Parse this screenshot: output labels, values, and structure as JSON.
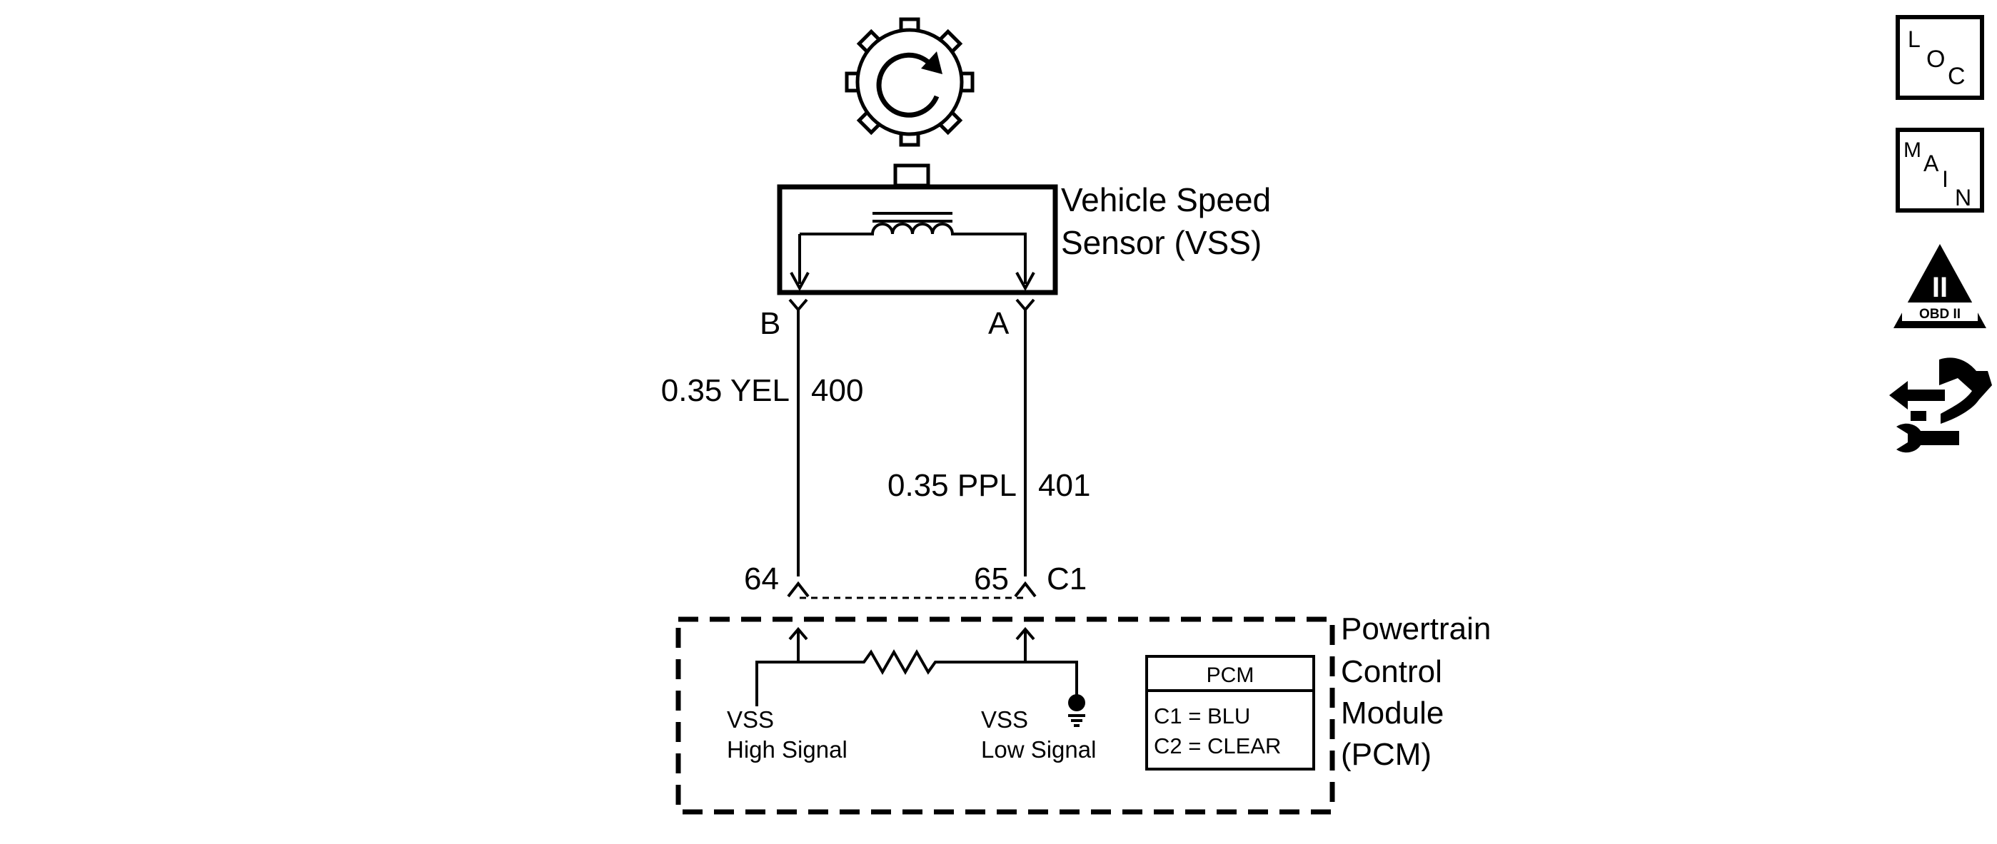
{
  "sensor": {
    "name_line1": "Vehicle Speed",
    "name_line2": "Sensor (VSS)",
    "pin_b": "B",
    "pin_a": "A"
  },
  "wires": [
    {
      "gauge_color": "0.35 YEL",
      "circuit": "400"
    },
    {
      "gauge_color": "0.35 PPL",
      "circuit": "401"
    }
  ],
  "pcm_connector": {
    "pin_left": "64",
    "pin_right": "65",
    "connector": "C1"
  },
  "pcm": {
    "name_line1": "Powertrain",
    "name_line2": "Control",
    "name_line3": "Module",
    "name_line4": "(PCM)",
    "high_signal_line1": "VSS",
    "high_signal_line2": "High Signal",
    "low_signal_line1": "VSS",
    "low_signal_line2": "Low Signal",
    "table_title": "PCM",
    "table_row1": "C1 = BLU",
    "table_row2": "C2 = CLEAR"
  },
  "nav_icons": {
    "loc": {
      "icon": "loc-icon",
      "l1": "L",
      "l2": "O",
      "l3": "C"
    },
    "main": {
      "icon": "main-icon",
      "l1": "M",
      "l2": "A",
      "l3": "I",
      "l4": "N"
    },
    "obd": {
      "icon": "obd-ii-icon",
      "numeral": "II",
      "label": "OBD II"
    },
    "diag": {
      "icon": "diagnostic-wrench-icon"
    }
  }
}
